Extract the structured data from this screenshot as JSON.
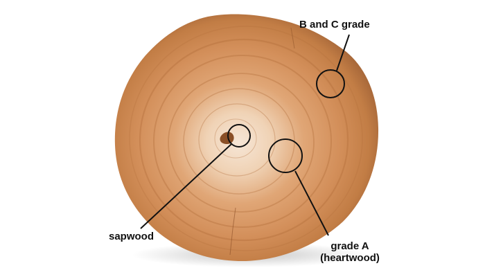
{
  "diagram": {
    "subject": "log cross-section",
    "labels": {
      "b_and_c_grade": "B and C grade",
      "sapwood": "sapwood",
      "grade_a_line1": "grade A",
      "grade_a_line2": "(heartwood)"
    },
    "colors": {
      "background": "#ffffff",
      "wood_outer": "#b8753f",
      "wood_mid": "#d69a68",
      "wood_center": "#f2dcc6",
      "pith": "#8a4f26",
      "callout_line": "#111111"
    }
  }
}
